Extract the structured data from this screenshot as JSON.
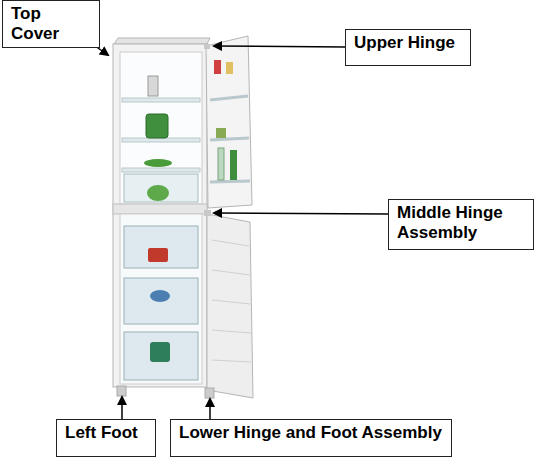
{
  "diagram": {
    "nodes": [
      {
        "text": [
          "Top Cover"
        ]
      },
      {
        "text": [
          "Upper Hinge"
        ]
      },
      {
        "text": [
          "Middle Hinge Assembly"
        ]
      },
      {
        "text": [
          "Left Foot"
        ]
      },
      {
        "text": [
          "Lower Hinge and Foot Assembly"
        ]
      }
    ]
  }
}
